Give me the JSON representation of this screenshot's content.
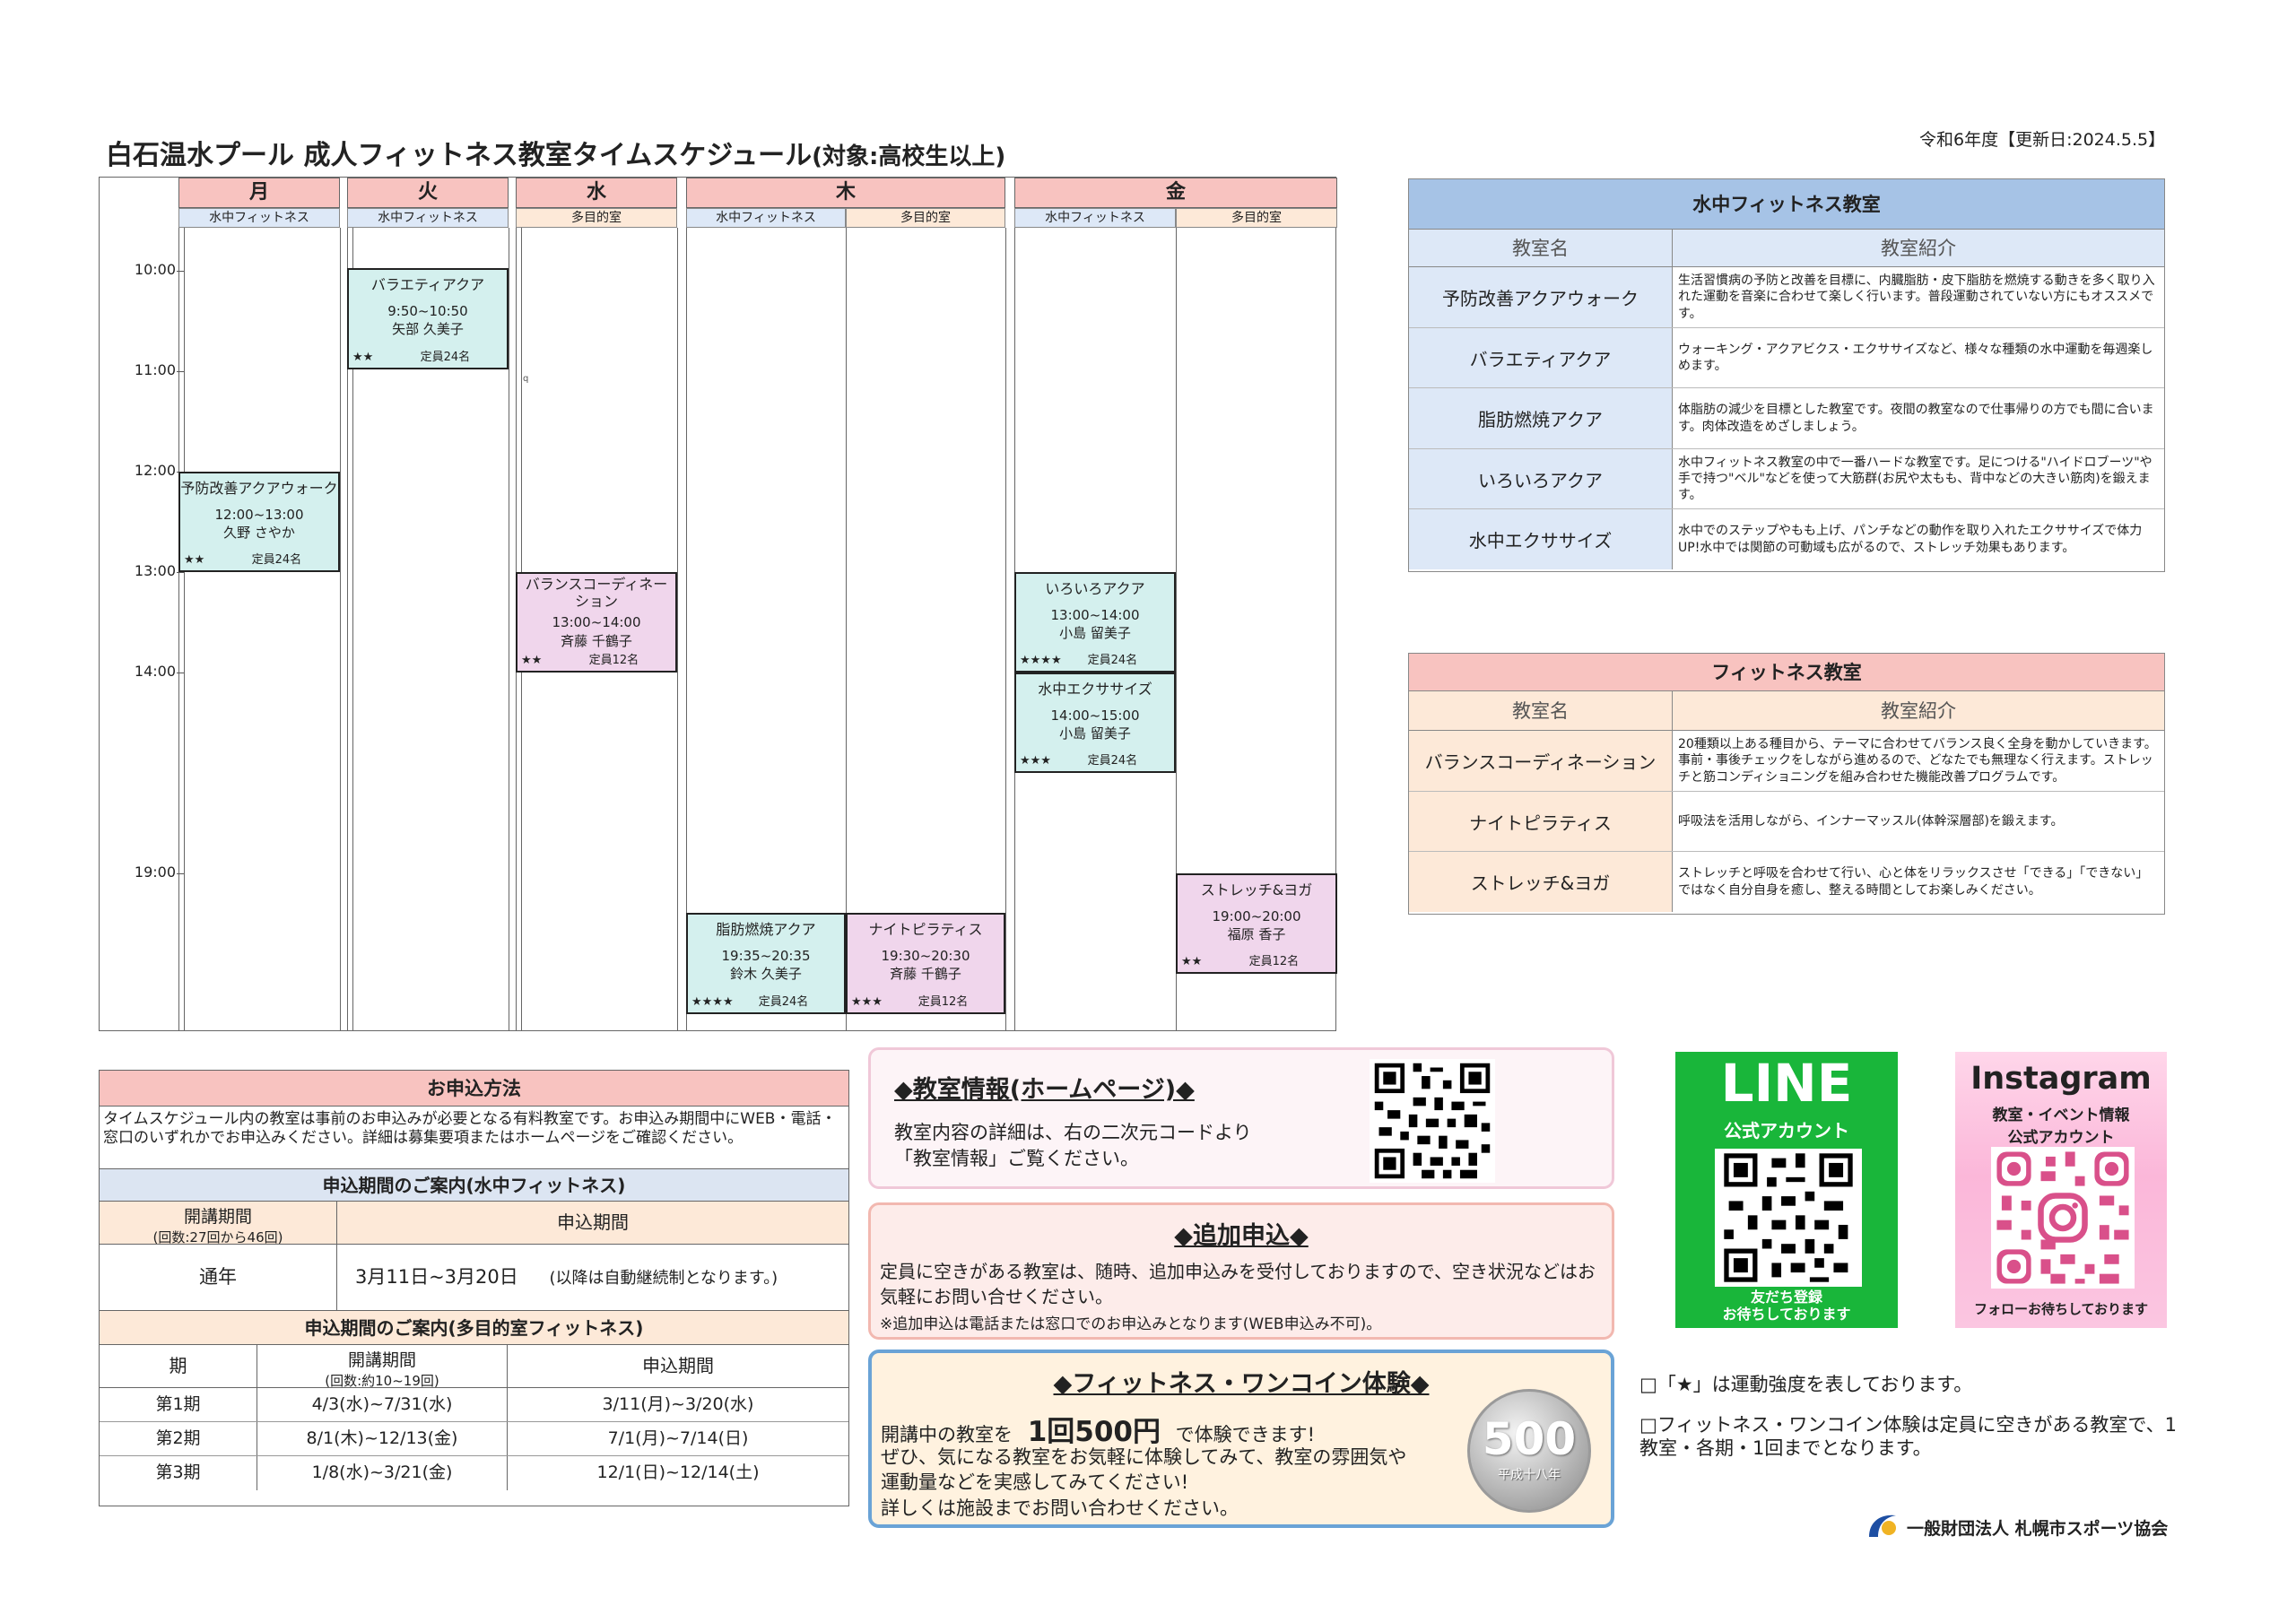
{
  "header": {
    "title": "白石温水プール 成人フィットネス教室タイムスケジュール",
    "title_suffix": "(対象:高校生以上)",
    "updated": "令和6年度【更新日:2024.5.5】"
  },
  "schedule": {
    "days": [
      {
        "label": "月",
        "rooms": [
          "水中フィットネス"
        ]
      },
      {
        "label": "火",
        "rooms": [
          "水中フィットネス"
        ]
      },
      {
        "label": "水",
        "rooms": [
          "多目的室"
        ]
      },
      {
        "label": "木",
        "rooms": [
          "水中フィットネス",
          "多目的室"
        ]
      },
      {
        "label": "金",
        "rooms": [
          "水中フィットネス",
          "多目的室"
        ]
      }
    ],
    "times": [
      "10:00",
      "11:00",
      "12:00",
      "13:00",
      "14:00",
      "19:00"
    ],
    "stray_mark": "q",
    "classes": [
      {
        "name": "予防改善アクアウォーク",
        "time": "12:00~13:00",
        "instructor": "久野 さやか",
        "stars": "★★",
        "capacity": "定員24名"
      },
      {
        "name": "バラエティアクア",
        "time": "9:50~10:50",
        "instructor": "矢部 久美子",
        "stars": "★★",
        "capacity": "定員24名"
      },
      {
        "name": "バランスコーディネーション",
        "time": "13:00~14:00",
        "instructor": "斉藤 千鶴子",
        "stars": "★★",
        "capacity": "定員12名"
      },
      {
        "name": "脂肪燃焼アクア",
        "time": "19:35~20:35",
        "instructor": "鈴木 久美子",
        "stars": "★★★★",
        "capacity": "定員24名"
      },
      {
        "name": "ナイトピラティス",
        "time": "19:30~20:30",
        "instructor": "斉藤 千鶴子",
        "stars": "★★★",
        "capacity": "定員12名"
      },
      {
        "name": "いろいろアクア",
        "time": "13:00~14:00",
        "instructor": "小島 留美子",
        "stars": "★★★★",
        "capacity": "定員24名"
      },
      {
        "name": "水中エクササイズ",
        "time": "14:00~15:00",
        "instructor": "小島 留美子",
        "stars": "★★★",
        "capacity": "定員24名"
      },
      {
        "name": "ストレッチ&ヨガ",
        "time": "19:00~20:00",
        "instructor": "福原 香子",
        "stars": "★★",
        "capacity": "定員12名"
      }
    ]
  },
  "aqua_table": {
    "title": "水中フィットネス教室",
    "col1": "教室名",
    "col2": "教室紹介",
    "rows": [
      {
        "name": "予防改善アクアウォーク",
        "desc": "生活習慣病の予防と改善を目標に、内臓脂肪・皮下脂肪を燃焼する動きを多く取り入れた運動を音楽に合わせて楽しく行います。普段運動されていない方にもオススメです。"
      },
      {
        "name": "バラエティアクア",
        "desc": "ウォーキング・アクアビクス・エクササイズなど、様々な種類の水中運動を毎週楽しめます。"
      },
      {
        "name": "脂肪燃焼アクア",
        "desc": "体脂肪の減少を目標とした教室です。夜間の教室なので仕事帰りの方でも間に合います。肉体改造をめざしましょう。"
      },
      {
        "name": "いろいろアクア",
        "desc": "水中フィットネス教室の中で一番ハードな教室です。足につける\"ハイドロブーツ\"や手で持つ\"ベル\"などを使って大筋群(お尻や太もも、背中などの大きい筋肉)を鍛えます。"
      },
      {
        "name": "水中エクササイズ",
        "desc": "水中でのステップやもも上げ、パンチなどの動作を取り入れたエクササイズで体力UP!水中では関節の可動域も広がるので、ストレッチ効果もあります。"
      }
    ]
  },
  "fit_table": {
    "title": "フィットネス教室",
    "col1": "教室名",
    "col2": "教室紹介",
    "rows": [
      {
        "name": "バランスコーディネーション",
        "desc": "20種類以上ある種目から、テーマに合わせてバランス良く全身を動かしていきます。事前・事後チェックをしながら進めるので、どなたでも無理なく行えます。ストレッチと筋コンディショニングを組み合わせた機能改善プログラムです。"
      },
      {
        "name": "ナイトピラティス",
        "desc": "呼吸法を活用しながら、インナーマッスル(体幹深層部)を鍛えます。"
      },
      {
        "name": "ストレッチ&ヨガ",
        "desc": "ストレッチと呼吸を合わせて行い、心と体をリラックスさせ「できる」「できない」ではなく自分自身を癒し、整える時間としてお楽しみください。"
      }
    ]
  },
  "apply": {
    "title": "お申込方法",
    "desc": "タイムスケジュール内の教室は事前のお申込みが必要となる有料教室です。お申込み期間中にWEB・電話・窓口のいずれかでお申込みください。詳細は募集要項またはホームページをご確認ください。",
    "aqua_section": "申込期間のご案内(水中フィットネス)",
    "aqua_col1": "開講期間",
    "aqua_col1_sub": "(回数:27回から46回)",
    "aqua_col2": "申込期間",
    "aqua_period": "通年",
    "aqua_apply": "3月11日~3月20日",
    "aqua_note": "(以降は自動継続制となります。)",
    "multi_section": "申込期間のご案内(多目的室フィットネス)",
    "multi_col1": "期",
    "multi_col2": "開講期間",
    "multi_col2_sub": "(回数:約10~19回)",
    "multi_col3": "申込期間",
    "terms": [
      {
        "term": "第1期",
        "period": "4/3(水)~7/31(水)",
        "apply": "3/11(月)~3/20(水)"
      },
      {
        "term": "第2期",
        "period": "8/1(木)~12/13(金)",
        "apply": "7/1(月)~7/14(日)"
      },
      {
        "term": "第3期",
        "period": "1/8(水)~3/21(金)",
        "apply": "12/1(日)~12/14(土)"
      }
    ]
  },
  "info": {
    "title": "◆教室情報(ホームページ)◆",
    "line1": "教室内容の詳細は、右の二次元コードより",
    "line2": "「教室情報」ご覧ください。"
  },
  "extra": {
    "title": "◆追加申込◆",
    "text": "定員に空きがある教室は、随時、追加申込みを受付しておりますので、空き状況などはお気軽にお問い合せください。",
    "note": "※追加申込は電話または窓口でのお申込みとなります(WEB申込み不可)。"
  },
  "onecoin": {
    "title": "◆フィットネス・ワンコイン体験◆",
    "pre": "開講中の教室を",
    "big": "1回500円",
    "post": "で体験できます!",
    "line2": "ぜひ、気になる教室をお気軽に体験してみて、教室の雰囲気や",
    "line3": "運動量などを実感してみてください!",
    "line4": "詳しくは施設までお問い合わせください。",
    "coin_value": "500",
    "coin_year": "平成十八年"
  },
  "line_card": {
    "logo": "LINE",
    "sub": "公式アカウント",
    "foot1": "友だち登録",
    "foot2": "お待ちしております",
    "color": "#19b63a"
  },
  "insta_card": {
    "logo": "Instagram",
    "sub1": "教室・イベント情報",
    "sub2": "公式アカウント",
    "foot": "フォローお待ちしております"
  },
  "notes": {
    "n1": "□「★」は運動強度を表しております。",
    "n2a": "□フィットネス・ワンコイン体験は定員に空きがある教室で、1",
    "n2b": "教室・各期・1回までとなります。"
  },
  "org": {
    "name": "一般財団法人 札幌市スポーツ協会"
  },
  "colors": {
    "aqua_cell": "#d4f0ee",
    "multi_cell": "#f0d6ec",
    "day_header": "#f8c3c0",
    "table_head_blue": "#a6c3e6",
    "table_head_pink": "#f8c3c0"
  }
}
